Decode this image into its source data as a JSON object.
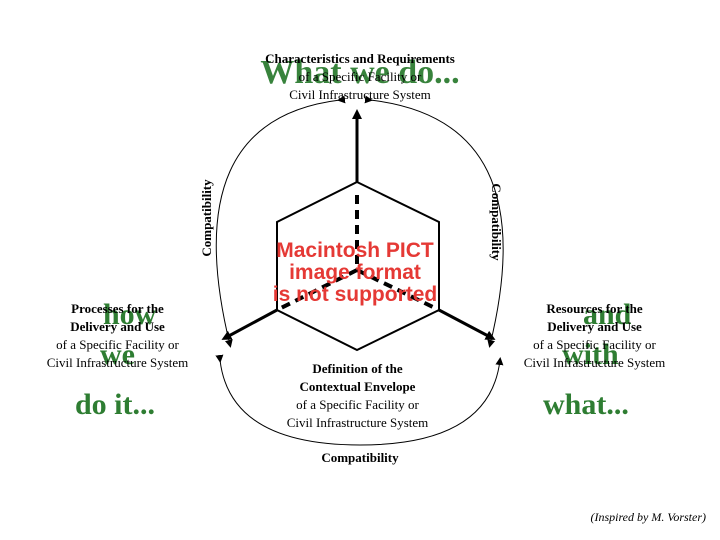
{
  "top": {
    "line1": "Characteristics and Requirements",
    "line2": "of a Specific Facility or",
    "line3": "Civil Infrastructure System",
    "overlay": "What we do..."
  },
  "left": {
    "line1": "Processes for the",
    "line2": "Delivery and Use",
    "line3": "of a Specific Facility or",
    "line4": "Civil Infrastructure System",
    "overlay_a": "how",
    "overlay_b": "we",
    "overlay_c": "do it..."
  },
  "right": {
    "line1": "Resources for the",
    "line2": "Delivery and Use",
    "line3": "of a Specific Facility or",
    "line4": "Civil Infrastructure System",
    "overlay_a": "and",
    "overlay_b": "with",
    "overlay_c": "what..."
  },
  "center": {
    "line1": "Definition of the",
    "line2": "Contextual Envelope",
    "line3": "of a Specific Facility or",
    "line4": "Civil Infrastructure System"
  },
  "compat": {
    "left": "Compatibility",
    "right": "Compatibility",
    "bottom": "Compatibility"
  },
  "pict": {
    "line1": "Macintosh PICT",
    "line2": "image format",
    "line3": "is not supported"
  },
  "credit": "(Inspired by M. Vorster)",
  "colors": {
    "accent_green": "#2e7d32",
    "pict_red": "#e53935"
  }
}
